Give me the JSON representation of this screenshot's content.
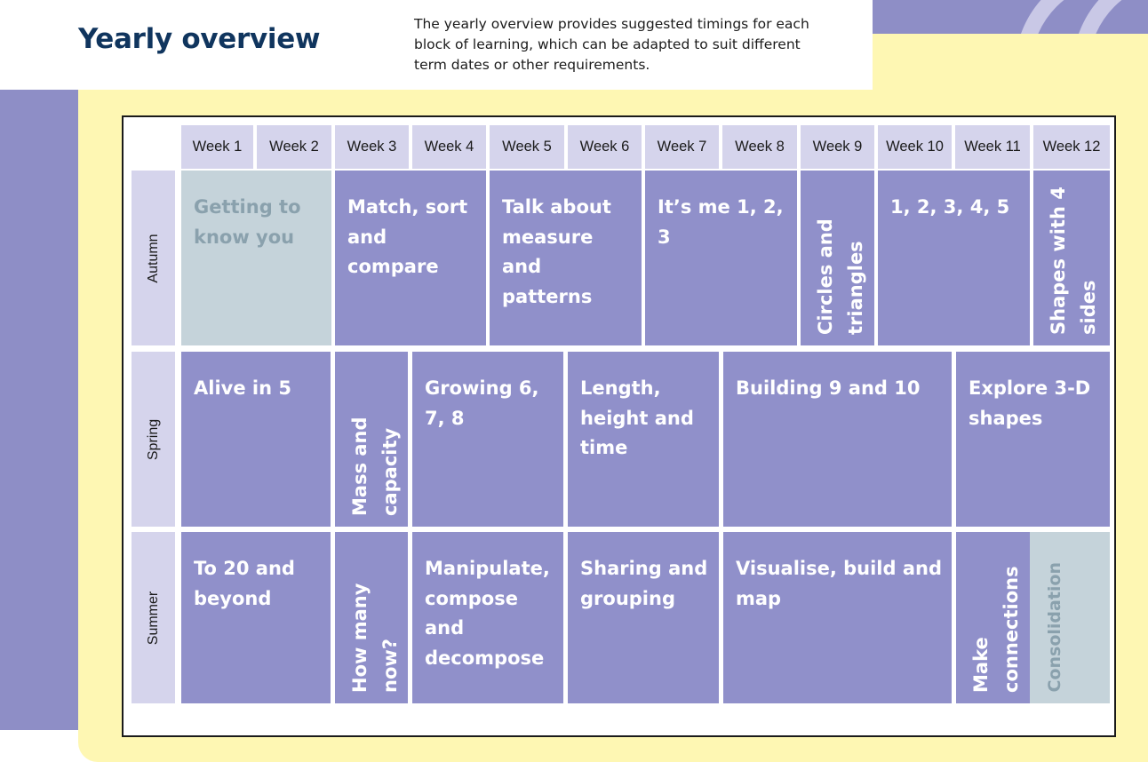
{
  "header": {
    "title": "Yearly overview",
    "intro": "The yearly overview provides suggested timings for each block of learning, which can be adapted to suit different term dates or other requirements."
  },
  "weeks": [
    "Week 1",
    "Week 2",
    "Week 3",
    "Week 4",
    "Week 5",
    "Week 6",
    "Week 7",
    "Week 8",
    "Week 9",
    "Week 10",
    "Week 11",
    "Week 12"
  ],
  "terms": {
    "autumn": {
      "label": "Autumn",
      "blocks": [
        {
          "text": "Getting to know you",
          "weeks": "1-2"
        },
        {
          "text": "Match, sort and compare",
          "weeks": "3-4"
        },
        {
          "text": "Talk about measure and patterns",
          "weeks": "5-6"
        },
        {
          "text": "It’s me 1, 2, 3",
          "weeks": "7-8"
        },
        {
          "text": "Circles and triangles",
          "weeks": "9"
        },
        {
          "text": "1, 2, 3, 4, 5",
          "weeks": "10-11"
        },
        {
          "text": "Shapes with 4 sides",
          "weeks": "12"
        }
      ]
    },
    "spring": {
      "label": "Spring",
      "blocks": [
        {
          "text": "Alive in 5"
        },
        {
          "text": "Mass and capacity"
        },
        {
          "text": "Growing 6, 7, 8"
        },
        {
          "text": "Length, height and time"
        },
        {
          "text": "Building 9 and 10"
        },
        {
          "text": "Explore 3-D shapes"
        }
      ]
    },
    "summer": {
      "label": "Summer",
      "blocks": [
        {
          "text": "To 20 and beyond"
        },
        {
          "text": "How many now?"
        },
        {
          "text": "Manipulate, compose and decompose"
        },
        {
          "text": "Sharing and grouping"
        },
        {
          "text": "Visualise, build and map"
        },
        {
          "text": "Make connections"
        },
        {
          "text": "Consolidation"
        }
      ]
    }
  },
  "colors": {
    "block": "#9090CA",
    "header": "#D5D4EC",
    "consolidation": "#C5D3DA",
    "title": "#10355E",
    "background": "#FEF7B3"
  }
}
